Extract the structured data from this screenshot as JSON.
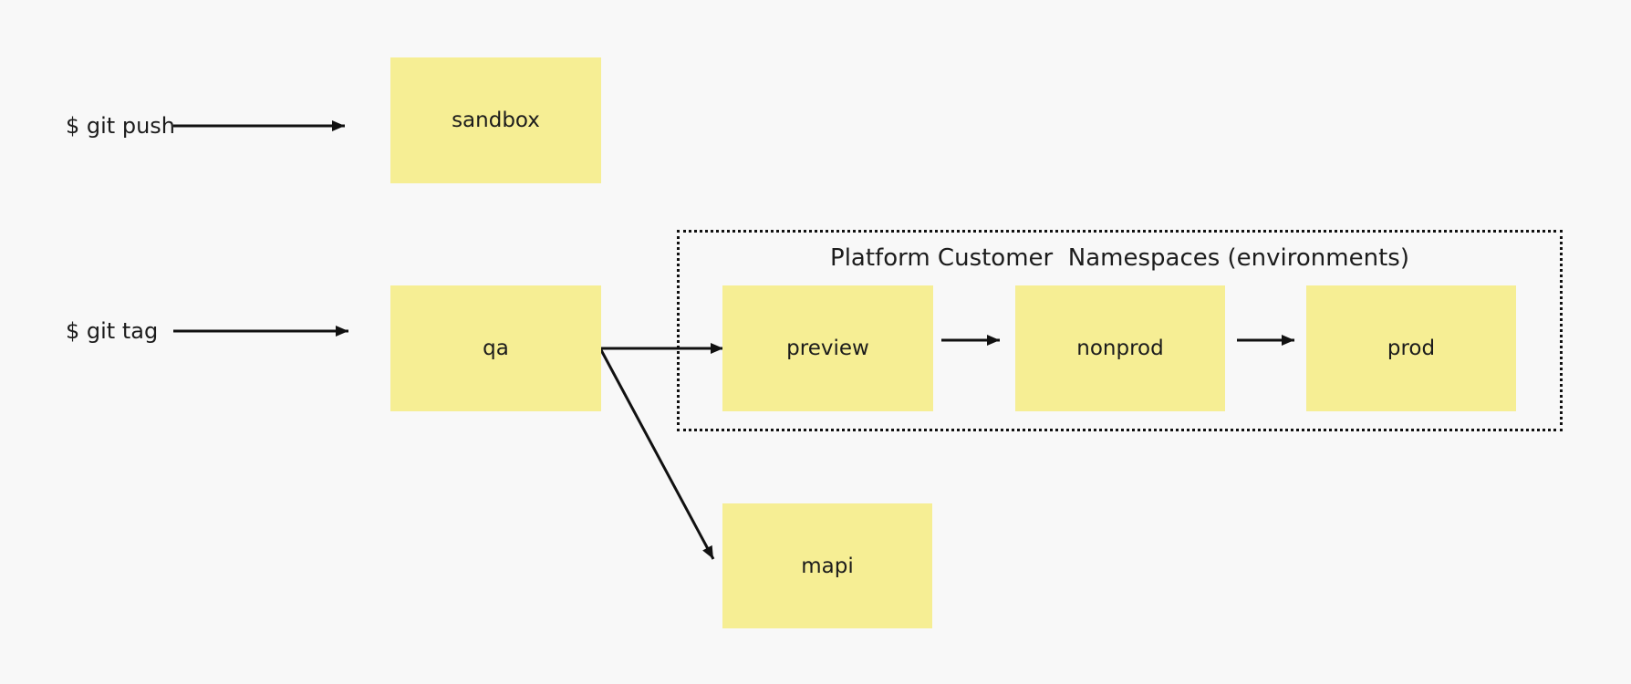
{
  "canvas": {
    "background": "#F8F8F8"
  },
  "colors": {
    "node_fill": "#F6EE94",
    "text": "#1C1C1C",
    "arrow": "#111111",
    "group_border": "#111111"
  },
  "commands": {
    "git_push": "$ git push",
    "git_tag": "$ git tag"
  },
  "group": {
    "title": "Platform Customer  Namespaces (environments)"
  },
  "nodes": {
    "sandbox": {
      "label": "sandbox"
    },
    "qa": {
      "label": "qa"
    },
    "preview": {
      "label": "preview"
    },
    "nonprod": {
      "label": "nonprod"
    },
    "prod": {
      "label": "prod"
    },
    "mapi": {
      "label": "mapi"
    }
  },
  "edges": [
    {
      "from": "$ git push",
      "to": "sandbox"
    },
    {
      "from": "$ git tag",
      "to": "qa"
    },
    {
      "from": "qa",
      "to": "preview"
    },
    {
      "from": "qa",
      "to": "mapi"
    },
    {
      "from": "preview",
      "to": "nonprod"
    },
    {
      "from": "nonprod",
      "to": "prod"
    }
  ]
}
